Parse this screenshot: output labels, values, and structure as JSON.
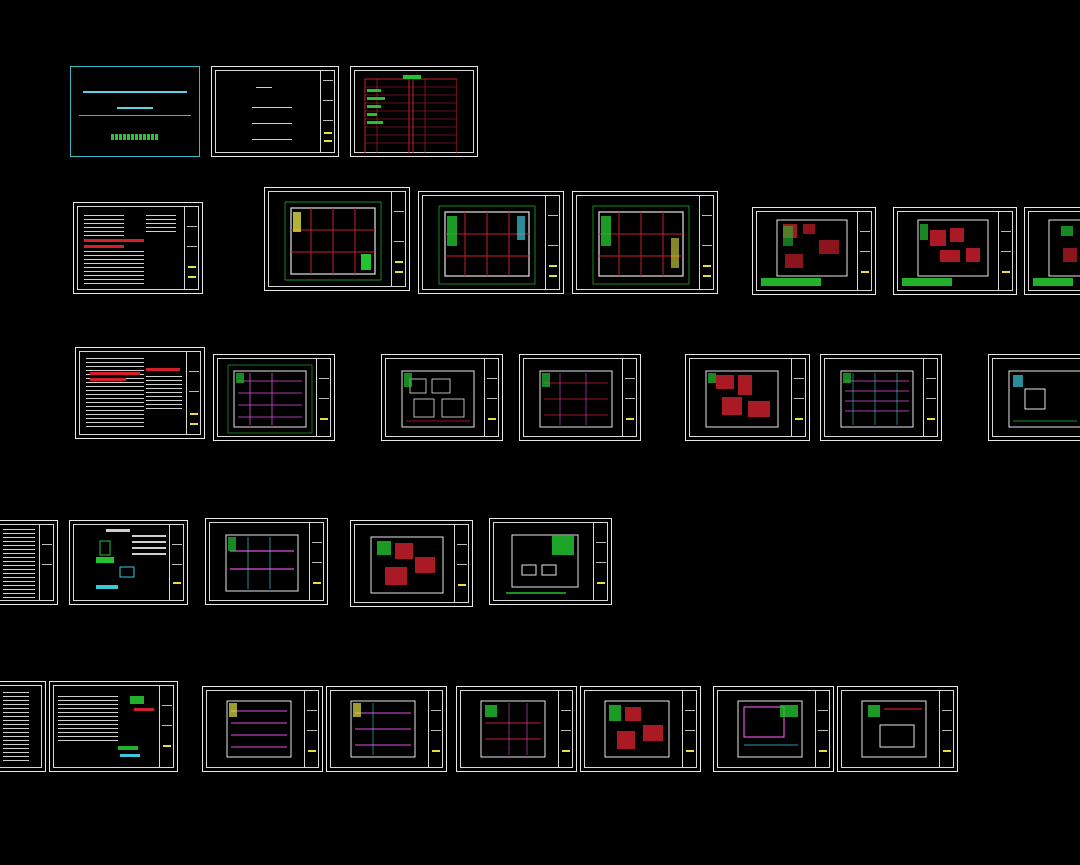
{
  "title": "",
  "background_color": "#000000",
  "colors": {
    "frame": "#e8e8e8",
    "grid_green": "#22c230",
    "room_red": "#c81e2a",
    "wall_white": "#e6e6e6",
    "pipe_magenta": "#e050e0",
    "pipe_cyan": "#3cc8d8",
    "note_yellow": "#e0e040",
    "cover_teal": "#3ab8c8"
  },
  "sheets": {
    "row1": [
      "cover",
      "title-list",
      "drawing-index"
    ],
    "row2": [
      "general-notes",
      "floor-plan",
      "floor-plan",
      "floor-plan",
      "floor-plan-detail",
      "floor-plan-detail",
      "floor-plan-detail"
    ],
    "row3": [
      "general-notes",
      "floor-plan",
      "floor-plan",
      "floor-plan",
      "floor-plan",
      "floor-plan",
      "floor-plan"
    ],
    "row4": [
      "notes-list",
      "legend-sheet",
      "floor-plan",
      "floor-plan",
      "roof-plan"
    ],
    "row5": [
      "notes-list",
      "legend-sheet",
      "floor-plan",
      "floor-plan",
      "floor-plan",
      "floor-plan",
      "floor-plan",
      "floor-plan"
    ]
  }
}
